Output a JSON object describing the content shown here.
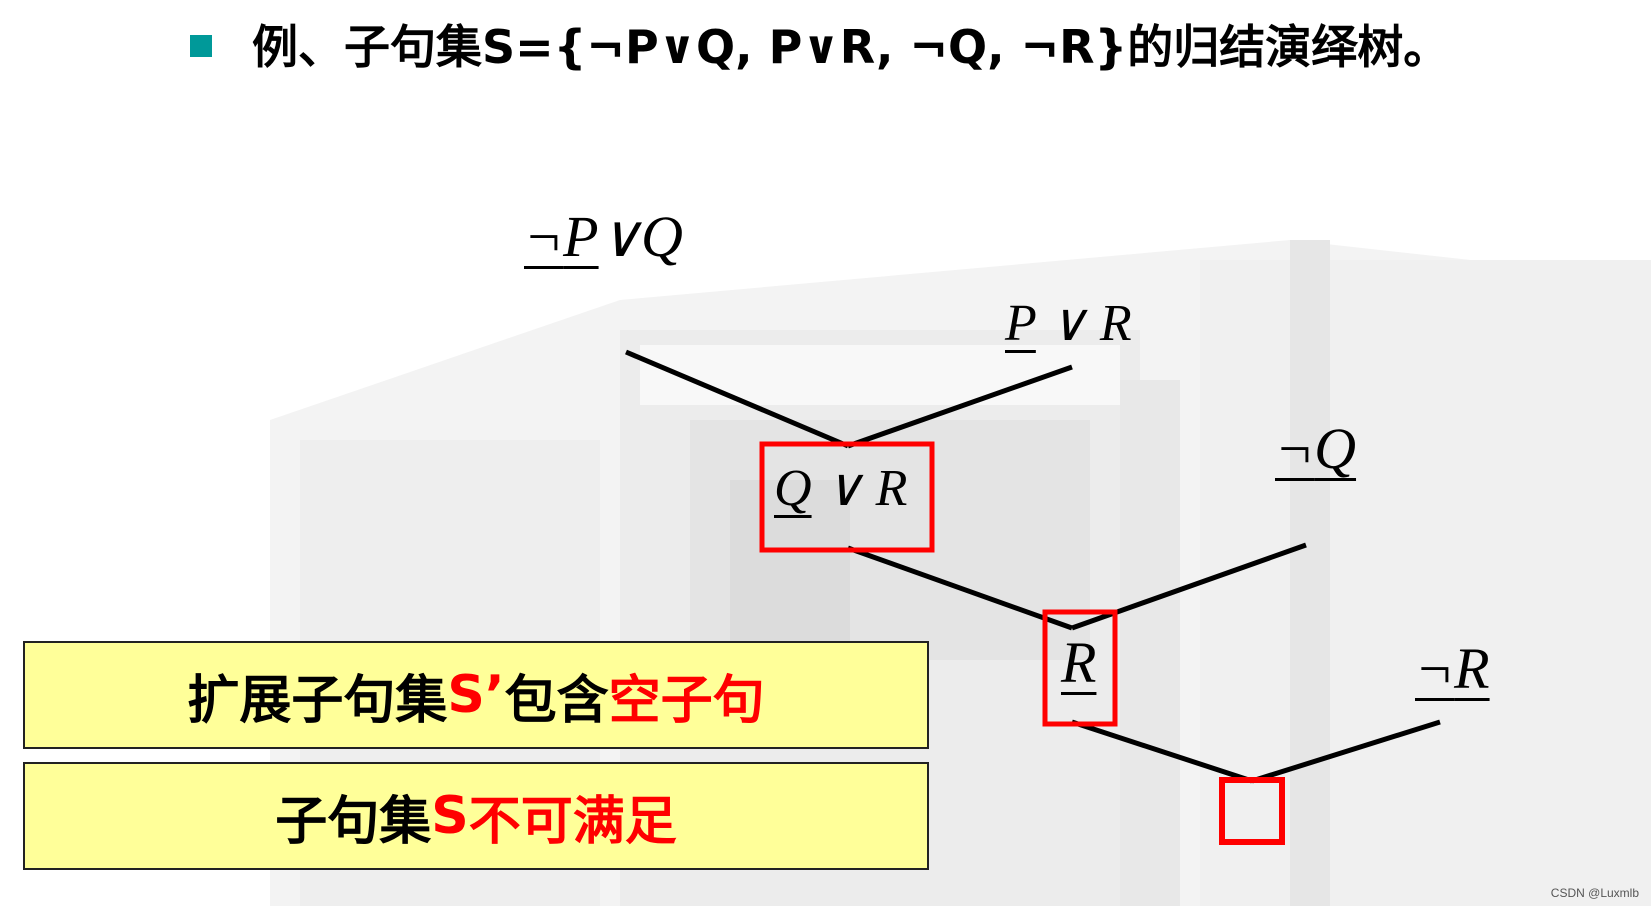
{
  "title": {
    "text": "例、子句集S={¬P∨Q, P∨R, ¬Q, ¬R}的归结演绎树。"
  },
  "tree": {
    "nodes": {
      "c1": {
        "neg": "¬",
        "lit": "P",
        "rest": "∨Q"
      },
      "c2": {
        "neg": "",
        "lit": "P",
        "rest": " ∨ R"
      },
      "r1": {
        "neg": "",
        "lit": "Q",
        "rest": " ∨ R"
      },
      "c3": {
        "neg": "¬",
        "lit": "Q",
        "rest": ""
      },
      "r2": {
        "neg": "",
        "lit": "R",
        "rest": ""
      },
      "c4": {
        "neg": "¬",
        "lit": "R",
        "rest": ""
      }
    }
  },
  "boxes": {
    "b1": {
      "part1": "扩展子句集",
      "part2": "S’",
      "part3": "包含",
      "part4": "空子句"
    },
    "b2": {
      "part1": "子句集",
      "part2": "S",
      "part3": "不可满足"
    }
  },
  "colors": {
    "bullet": "#009999",
    "highlight": "#ff0000",
    "box_fill": "#ffff99"
  },
  "watermark": "CSDN @Luxmlb"
}
